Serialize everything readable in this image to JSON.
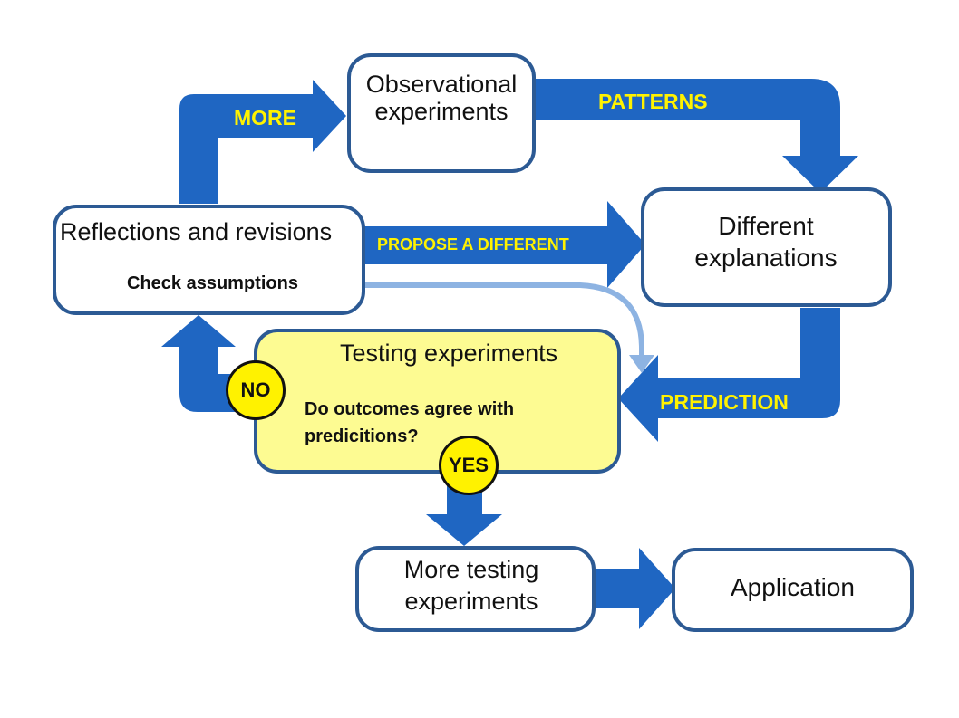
{
  "colors": {
    "arrow": "#1f66c2",
    "box_border": "#2c5a94",
    "testing_fill": "#fdfb92",
    "label_yellow": "#fff200",
    "thin_arrow": "#8db3e2"
  },
  "nodes": {
    "observational": "Observational experiments",
    "different_explanations": "Different explanations",
    "reflections_title": "Reflections and revisions",
    "reflections_sub": "Check assumptions",
    "testing_title": "Testing experiments",
    "testing_question": "Do outcomes agree with predicitions?",
    "more_testing": "More testing experiments",
    "application": "Application"
  },
  "labels": {
    "more": "MORE",
    "patterns": "PATTERNS",
    "propose": "PROPOSE A DIFFERENT",
    "prediction": "PREDICTION",
    "no": "NO",
    "yes": "YES"
  }
}
